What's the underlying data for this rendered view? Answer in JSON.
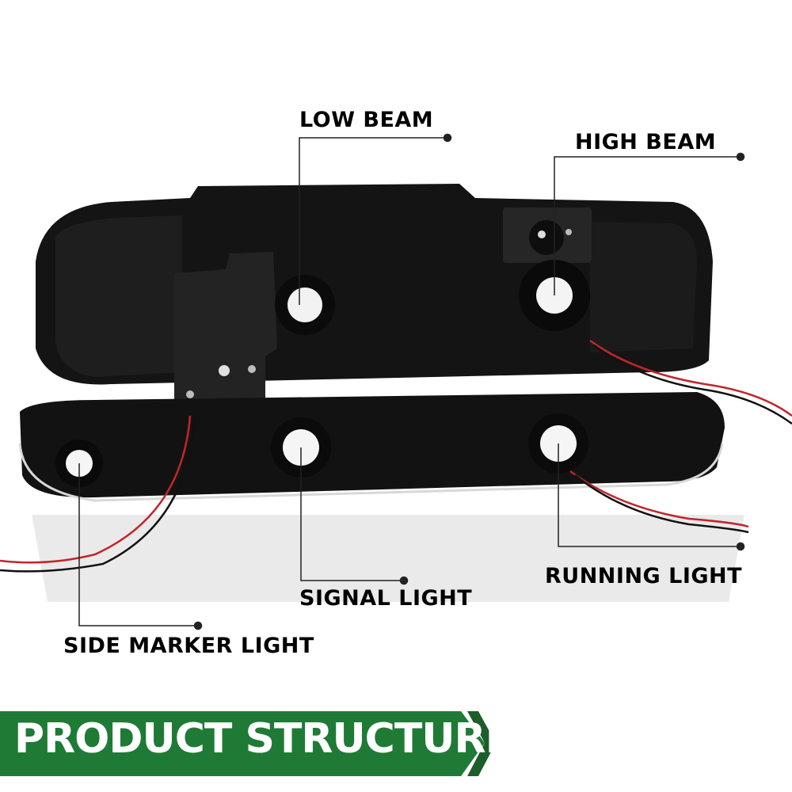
{
  "callouts": {
    "low_beam": "LOW BEAM",
    "high_beam": "HIGH BEAM",
    "running_light": "RUNNING LIGHT",
    "signal_light": "SIGNAL LIGHT",
    "side_marker_light": "SIDE MARKER LIGHT"
  },
  "banner": {
    "title": "PRODUCT STRUCTURE",
    "color": "#1f7a36",
    "arrow_color": "#1b5e2b"
  },
  "colors": {
    "housing": "#141414",
    "wire_red": "#c0262b",
    "wire_black": "#111111",
    "leader_line": "#222222"
  }
}
